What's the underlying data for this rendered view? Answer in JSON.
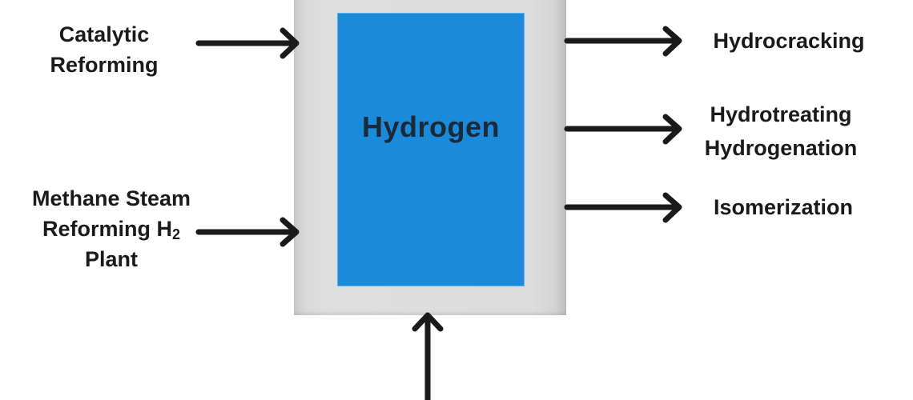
{
  "diagram": {
    "title": "Hydrogen",
    "colors": {
      "core_fill": "#1a8ad9",
      "vessel_fill": "#dcdcdc",
      "arrow": "#1a1a1a",
      "text": "#1a1a1a"
    },
    "inputs": [
      {
        "line1": "Catalytic",
        "line2": "Reforming"
      },
      {
        "line1": "Methane Steam",
        "line2": "Reforming H",
        "line2_sub": "2",
        "line3": "Plant"
      }
    ],
    "outputs": [
      {
        "line1": "Hydrocracking"
      },
      {
        "line1": "Hydrotreating",
        "line2": "Hydrogenation"
      },
      {
        "line1": "Isomerization"
      }
    ],
    "bottom_input": {
      "label": ""
    }
  }
}
